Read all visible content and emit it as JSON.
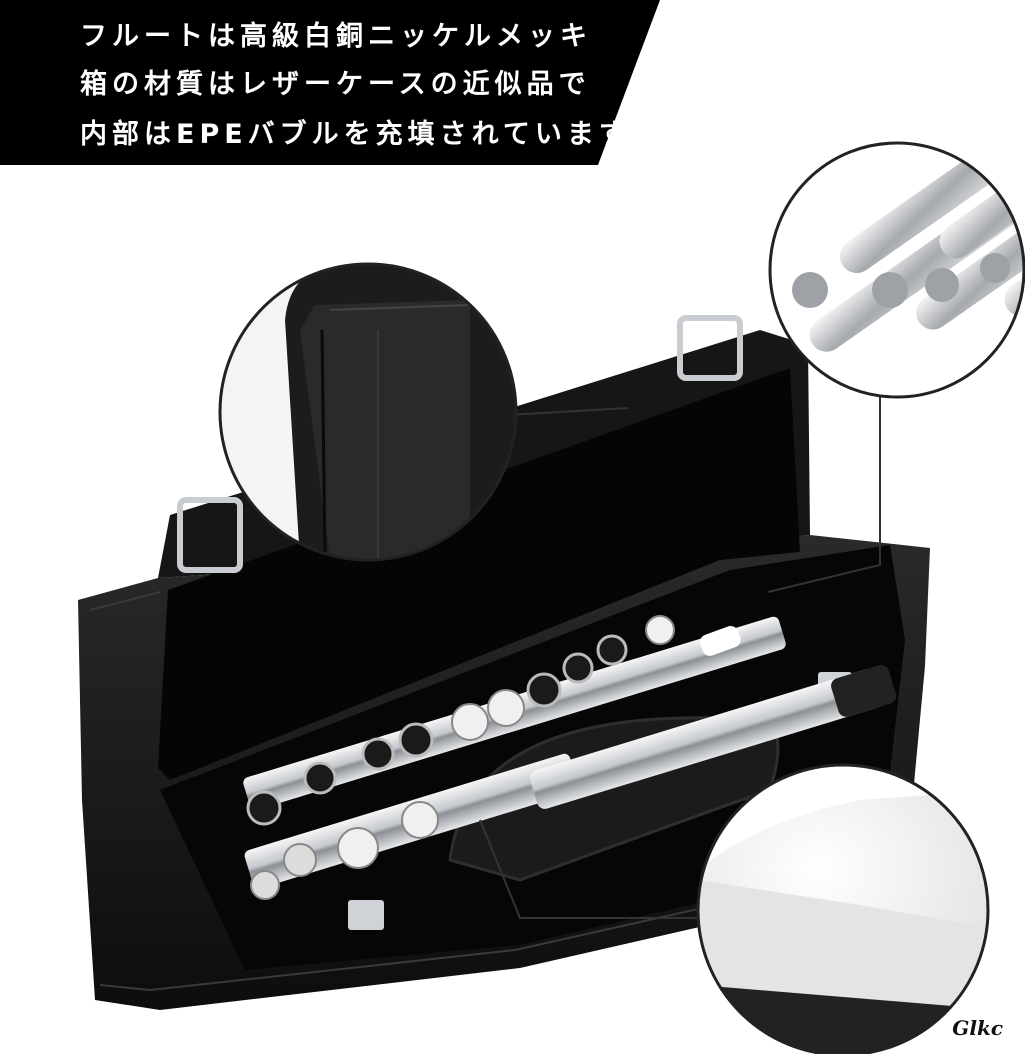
{
  "banner": {
    "lines": [
      "フルートは高級白銅ニッケルメッキ",
      "箱の材質はレザーケースの近似品で",
      "内部はEPEバブルを充填されています"
    ]
  },
  "watermark": "Glkc",
  "colors": {
    "banner_bg": "#000000",
    "banner_text": "#ffffff",
    "case_leather": "#141414",
    "velvet_lining": "#050505",
    "nickel_silver": "#d4d6d8",
    "foam": "#f2f2f2",
    "latch_chrome": "#c9ccd0"
  },
  "icons": {
    "case_latch": "latch-icon",
    "flute_keys": "flute-key-icon"
  }
}
